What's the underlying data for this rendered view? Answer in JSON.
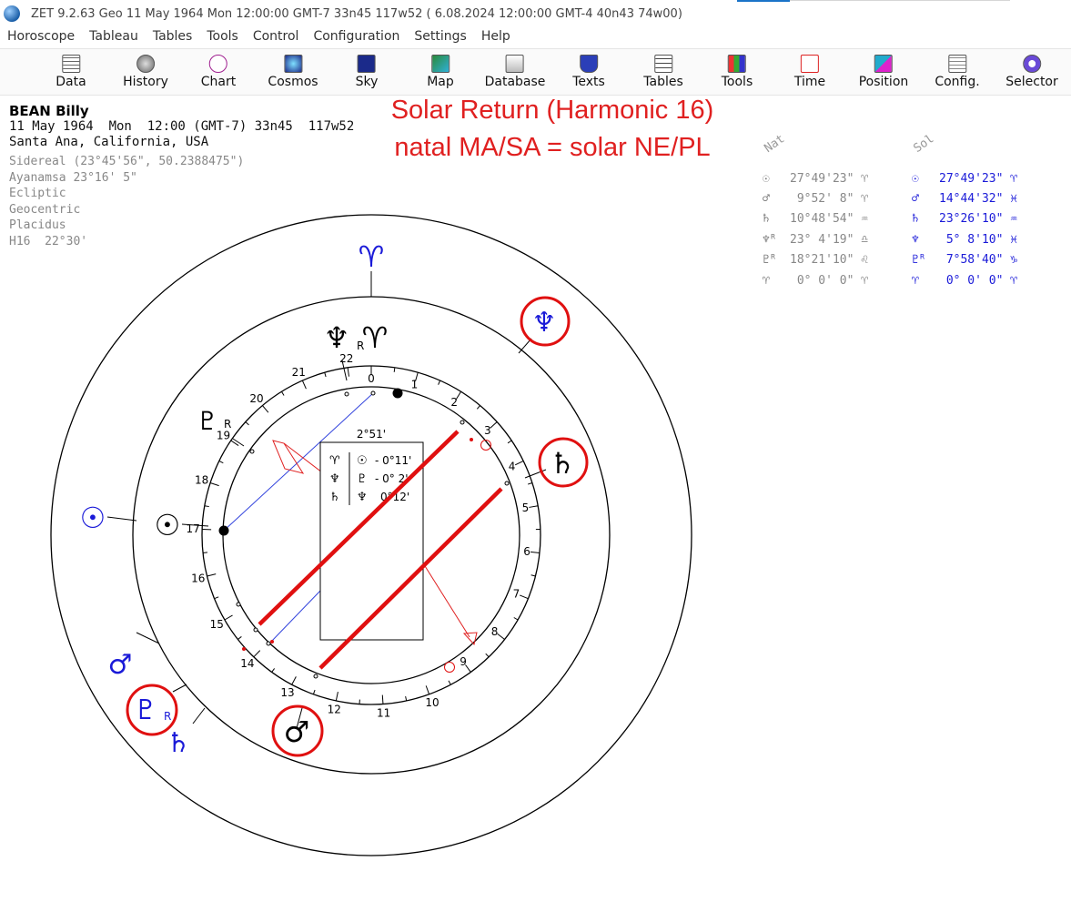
{
  "window": {
    "title": "ZET 9.2.63 Geo   11 May 1964  Mon  12:00:00 GMT-7 33n45  117w52  ( 6.08.2024  12:00:00 GMT-4 40n43 74w00)"
  },
  "menu": [
    "Horoscope",
    "Tableau",
    "Tables",
    "Tools",
    "Control",
    "Configuration",
    "Settings",
    "Help"
  ],
  "toolbar": [
    {
      "label": "Data",
      "icon": "grid-data-icon"
    },
    {
      "label": "History",
      "icon": "history-sphere-icon"
    },
    {
      "label": "Chart",
      "icon": "chart-wheel-icon"
    },
    {
      "label": "Cosmos",
      "icon": "cosmos-icon"
    },
    {
      "label": "Sky",
      "icon": "sky-stars-icon"
    },
    {
      "label": "Map",
      "icon": "map-icon"
    },
    {
      "label": "Database",
      "icon": "database-icon"
    },
    {
      "label": "Texts",
      "icon": "texts-shield-icon"
    },
    {
      "label": "Tables",
      "icon": "tables-icon"
    },
    {
      "label": "Tools",
      "icon": "tools-bars-icon"
    },
    {
      "label": "Time",
      "icon": "time-icon"
    },
    {
      "label": "Position",
      "icon": "position-icon"
    },
    {
      "label": "Config.",
      "icon": "config-clipboard-icon"
    },
    {
      "label": "Selector",
      "icon": "selector-target-icon"
    }
  ],
  "person": {
    "name": "BEAN Billy",
    "datetime": "11 May 1964  Mon  12:00 (GMT-7) 33n45  117w52",
    "place": "Santa Ana, California, USA",
    "settings": [
      "Sidereal (23°45'56\", 50.2388475\")",
      "Ayanamsa 23°16' 5\"",
      "Ecliptic",
      "Geocentric",
      "Placidus",
      "H16  22°30'"
    ]
  },
  "annotations": {
    "line1": "Solar Return (Harmonic 16)",
    "line2": "natal MA/SA = solar NE/PL"
  },
  "positions": {
    "nat_header": "Nat",
    "sol_header": "Sol",
    "rows": [
      {
        "nat_glyph": "☉",
        "nat": "27°49'23\" ♈",
        "sol_glyph": "☉",
        "sol": "27°49'23\" ♈"
      },
      {
        "nat_glyph": "♂",
        "nat": " 9°52' 8\" ♈",
        "sol_glyph": "♂",
        "sol": "14°44'32\" ♓"
      },
      {
        "nat_glyph": "♄",
        "nat": "10°48'54\" ♒",
        "sol_glyph": "♄",
        "sol": "23°26'10\" ♒"
      },
      {
        "nat_glyph": "♆ᴿ",
        "nat": "23° 4'19\" ♎",
        "sol_glyph": "♆",
        "sol": " 5° 8'10\" ♓"
      },
      {
        "nat_glyph": "♇ᴿ",
        "nat": "18°21'10\" ♌",
        "sol_glyph": "♇ᴿ",
        "sol": " 7°58'40\" ♑"
      },
      {
        "nat_glyph": "♈",
        "nat": " 0° 0' 0\" ♈",
        "sol_glyph": "♈",
        "sol": " 0° 0' 0\" ♈"
      }
    ]
  },
  "wheel": {
    "ring_numbers": [
      "0",
      "1",
      "2",
      "3",
      "4",
      "5",
      "6",
      "7",
      "8",
      "9",
      "10",
      "11",
      "12",
      "13",
      "14",
      "15",
      "16",
      "17",
      "18",
      "19",
      "20",
      "21",
      "22"
    ],
    "box": {
      "title": "2°51'",
      "rows": [
        {
          "a": "♈",
          "b": "☉",
          "v": "- 0°11'"
        },
        {
          "a": "♆",
          "b": "♇",
          "v": "- 0° 2'"
        },
        {
          "a": "♄",
          "b": "♆",
          "v": "0°12'"
        }
      ]
    },
    "natal_glyphs": [
      {
        "glyph": "♆",
        "sub": "R",
        "name": "natal-neptune-glyph"
      },
      {
        "glyph": "♈",
        "sub": "",
        "name": "natal-aries-point-glyph"
      },
      {
        "glyph": "♇",
        "sub": "R",
        "name": "natal-pluto-glyph"
      },
      {
        "glyph": "☉",
        "sub": "",
        "name": "natal-sun-glyph"
      }
    ],
    "solar_glyphs": [
      {
        "glyph": "♈",
        "sub": "",
        "name": "solar-aries-point-glyph"
      },
      {
        "glyph": "♆",
        "sub": "",
        "name": "solar-neptune-glyph"
      },
      {
        "glyph": "♄",
        "sub": "",
        "name": "solar-saturn-glyph"
      },
      {
        "glyph": "☉",
        "sub": "",
        "name": "solar-sun-glyph"
      },
      {
        "glyph": "♂",
        "sub": "",
        "name": "solar-mars-glyph"
      },
      {
        "glyph": "♇",
        "sub": "R",
        "name": "solar-pluto-glyph"
      },
      {
        "glyph": "♄",
        "sub": "",
        "name": "solar-saturn-outer-glyph"
      },
      {
        "glyph": "♂",
        "sub": "",
        "name": "natal-mars-glyph"
      }
    ],
    "colors": {
      "natal": "#000000",
      "solar": "#1a1ad8",
      "highlight": "#e01010",
      "aspect_blue": "#3344dd",
      "aspect_red": "#e02020"
    }
  }
}
